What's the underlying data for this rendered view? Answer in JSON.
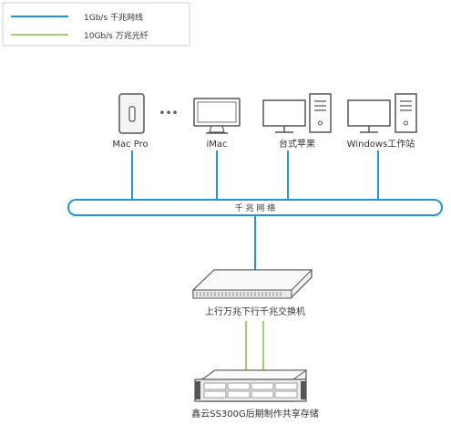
{
  "legend": {
    "items": [
      {
        "label": "1Gb/s 千兆网线",
        "color": "#2196d8"
      },
      {
        "label": "10Gb/s 万兆光纤",
        "color": "#9fd36b"
      }
    ]
  },
  "clients": {
    "mac_pro": "Mac Pro",
    "ellipsis": "•••",
    "imac": "iMac",
    "desktop_apple": "台式苹果",
    "windows_workstation": "Windows工作站"
  },
  "network": {
    "label": "千 兆 网 络"
  },
  "switch": {
    "label": "上行万兆下行千兆交换机"
  },
  "storage": {
    "label": "鑫云SS300G后期制作共享存储"
  },
  "colors": {
    "gigabit": "#2196d8",
    "ten_gigabit": "#9fd36b",
    "device_outline": "#555555",
    "device_fill": "#f2f2f2"
  }
}
